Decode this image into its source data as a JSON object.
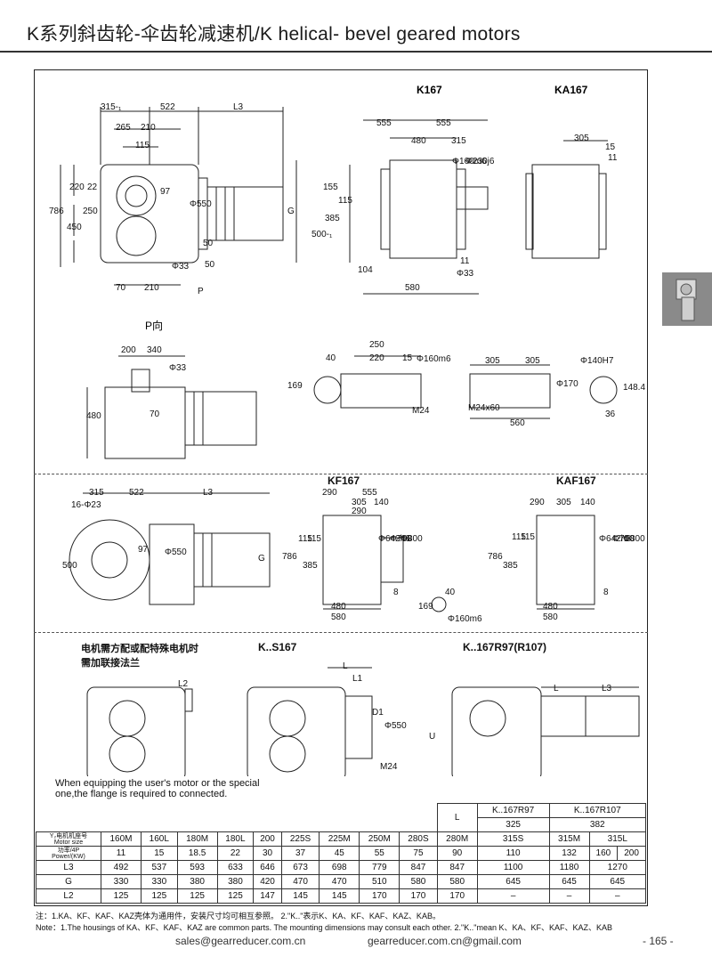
{
  "header": {
    "title": "K系列斜齿轮-伞齿轮减速机/K helical- bevel geared motors"
  },
  "views": {
    "k167_title": "K167",
    "ka167_title": "KA167",
    "p_view": "P向",
    "kf167_title": "KF167",
    "kaf167_title": "KAF167",
    "ks167_title": "K..S167",
    "kr_title": "K..167R97(R107)",
    "motor_note_cn": "电机需方配或配特殊电机时\n需加联接法兰",
    "motor_note_en": "When equipping the user's motor or the special\none,the flange is required to connected."
  },
  "dims": {
    "top": [
      "315-₁",
      "522",
      "L3",
      "265",
      "210",
      "115",
      "220",
      "22",
      "97",
      "786",
      "450",
      "250",
      "Φ550",
      "G",
      "50",
      "Φ33",
      "50",
      "70",
      "210",
      "P",
      "555",
      "555",
      "480",
      "315",
      "Φ160m6",
      "Φ230j6",
      "155",
      "115",
      "385",
      "500-₁",
      "11",
      "104",
      "580",
      "Φ33",
      "305",
      "15",
      "11"
    ],
    "mid": [
      "200",
      "340",
      "Φ33",
      "70",
      "480",
      "40",
      "169",
      "250",
      "220",
      "15",
      "Φ160m6",
      "M24",
      "305",
      "305",
      "Φ140H7",
      "Φ170",
      "148.4",
      "M24x60",
      "560",
      "36"
    ],
    "flange": [
      "315",
      "522",
      "L3",
      "16-Φ23",
      "500",
      "97",
      "Φ550",
      "G",
      "290",
      "555",
      "305",
      "140",
      "290",
      "786",
      "115",
      "115",
      "385",
      "Φ642h6",
      "Φ750",
      "Φ800",
      "8",
      "480",
      "580",
      "40",
      "169",
      "Φ160m6",
      "290",
      "305",
      "140",
      "786",
      "385",
      "115",
      "115",
      "Φ642h6",
      "Φ750",
      "Φ800",
      "8",
      "480",
      "580"
    ],
    "lower": [
      "L2",
      "L",
      "L1",
      "D1",
      "Φ550",
      "U",
      "M24",
      "L",
      "L3"
    ]
  },
  "table": {
    "l_label": "L",
    "r97_label": "K..167R97",
    "r107_label": "K..167R107",
    "r97_value": "325",
    "r107_value": "382",
    "row_headers": {
      "motor_cn": "Y₂电机机座号",
      "motor_en": "Motor size",
      "power_cn": "功率/4P",
      "power_en": "Power/(KW)",
      "l3": "L3",
      "g": "G",
      "l2": "L2"
    },
    "motor_size": [
      "160M",
      "160L",
      "180M",
      "180L",
      "200",
      "225S",
      "225M",
      "250M",
      "280S",
      "280M",
      "315S",
      "315M",
      "315L"
    ],
    "power": [
      "11",
      "15",
      "18.5",
      "22",
      "30",
      "37",
      "45",
      "55",
      "75",
      "90",
      "110",
      "132",
      "160",
      "200"
    ],
    "l3": [
      "492",
      "537",
      "593",
      "633",
      "646",
      "673",
      "698",
      "779",
      "847",
      "847",
      "1100",
      "1180",
      "1270"
    ],
    "g": [
      "330",
      "330",
      "380",
      "380",
      "420",
      "470",
      "470",
      "510",
      "580",
      "580",
      "645",
      "645",
      "645"
    ],
    "l2": [
      "125",
      "125",
      "125",
      "125",
      "147",
      "145",
      "145",
      "170",
      "170",
      "170",
      "–",
      "–",
      "–"
    ]
  },
  "notes": {
    "cn": "注：1.KA、KF、KAF、KAZ壳体为通用件，安装尺寸均可相互参照。  2.\"K..\"表示K、KA、KF、KAF、KAZ、KAB。",
    "en": "Note：1.The housings of KA、KF、KAF、KAZ are common parts. The mounting dimensions may consult each other.   2.\"K..\"mean K、KA、KF、KAF、KAZ、KAB"
  },
  "footer": {
    "email": "sales@gearreducer.com.cn",
    "website": "gearreducer.com.cn@gmail.com",
    "page": "- 165 -"
  },
  "colors": {
    "line": "#222222",
    "side_tab": "#8a8a8a"
  }
}
